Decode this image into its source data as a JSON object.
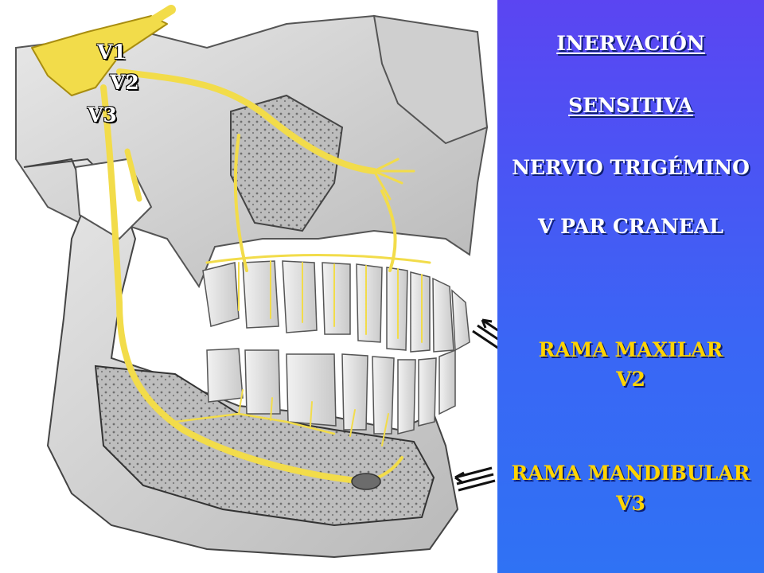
{
  "panel": {
    "title_line1": "INERVACIÓN",
    "title_line2": "SENSITIVA",
    "nerve": "NERVIO TRIGÉMINO",
    "cranial_pair": "V PAR CRANEAL",
    "maxillary_branch": "RAMA MAXILAR",
    "maxillary_code": "V2",
    "mandibular_branch": "RAMA MANDIBULAR",
    "mandibular_code": "V3"
  },
  "labels": {
    "v1": "V1",
    "v2": "V2",
    "v3": "V3"
  },
  "colors": {
    "panel_top": "#5b45f2",
    "panel_bottom": "#2f72f4",
    "accent_yellow": "#ffd400",
    "nerve_yellow": "#f2dc4a",
    "bone_gray": "#d9d9d9"
  }
}
